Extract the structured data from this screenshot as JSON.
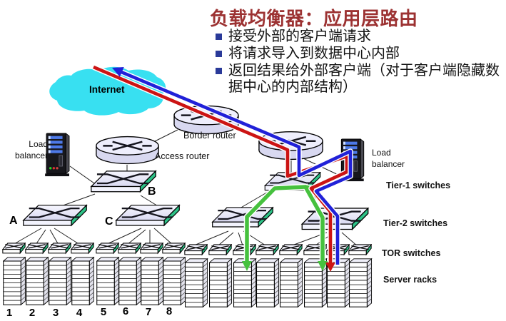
{
  "slide": {
    "title": "负载均衡器：应用层路由",
    "bullets": [
      "接受外部的客户端请求",
      "将请求导入到数据中心内部",
      "返回结果给外部客户端（对于客户端隐藏数据中心的内部结构）"
    ]
  },
  "diagram": {
    "internet_label": "Internet",
    "border_router_label": "Border router",
    "access_router_label": "Access router",
    "load_balancer_left_label": "Load balancer",
    "load_balancer_right_label": "Load balancer",
    "tier1_label": "Tier-1 switches",
    "tier2_label": "Tier-2 switches",
    "tor_label": "TOR switches",
    "server_racks_label": "Server racks",
    "switch_a_label": "A",
    "switch_b_label": "B",
    "switch_c_label": "C",
    "rack_numbers": [
      "1",
      "2",
      "3",
      "4",
      "5",
      "6",
      "7",
      "8"
    ],
    "colors": {
      "title_text": "#9c3232",
      "bullet_marker": "#2a3a99",
      "internet_cloud": "#38e0f1",
      "request_path_red": "#cc1414",
      "response_path_blue": "#2121d8",
      "internal_path_green": "#46c13e",
      "switch_side_green": "#2ec287",
      "device_fill": "#eeeefc"
    }
  }
}
